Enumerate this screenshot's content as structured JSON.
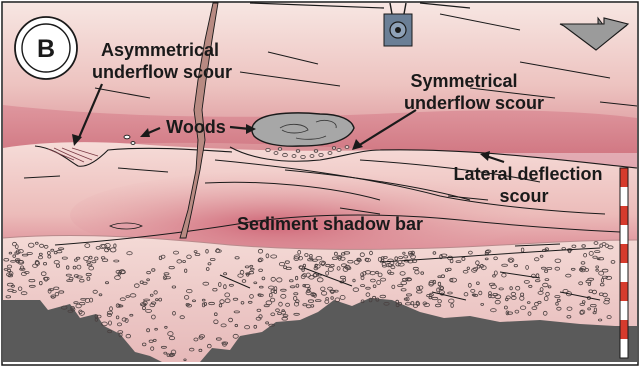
{
  "panel": {
    "letter": "B"
  },
  "labels": {
    "asymmetrical_line1": "Asymmetrical",
    "asymmetrical_line2": "underflow scour",
    "woods": "Woods",
    "symmetrical_line1": "Symmetrical",
    "symmetrical_line2": "underflow scour",
    "lateral_line1": "Lateral deflection",
    "lateral_line2": "scour",
    "sediment_shadow": "Sediment shadow bar"
  },
  "icons": {
    "flow_direction": "down-arrow-icon",
    "scale": "scale-bar-icon"
  },
  "colors": {
    "upper_sediment": "#f4dcd8",
    "scour_pink": "#d9848f",
    "deep_pink": "#c45c6c",
    "gravel_bed": "#eec8c6",
    "bedrock": "#5a5a5a",
    "log": "#a7a7a7",
    "outline": "#1a1a1a"
  }
}
